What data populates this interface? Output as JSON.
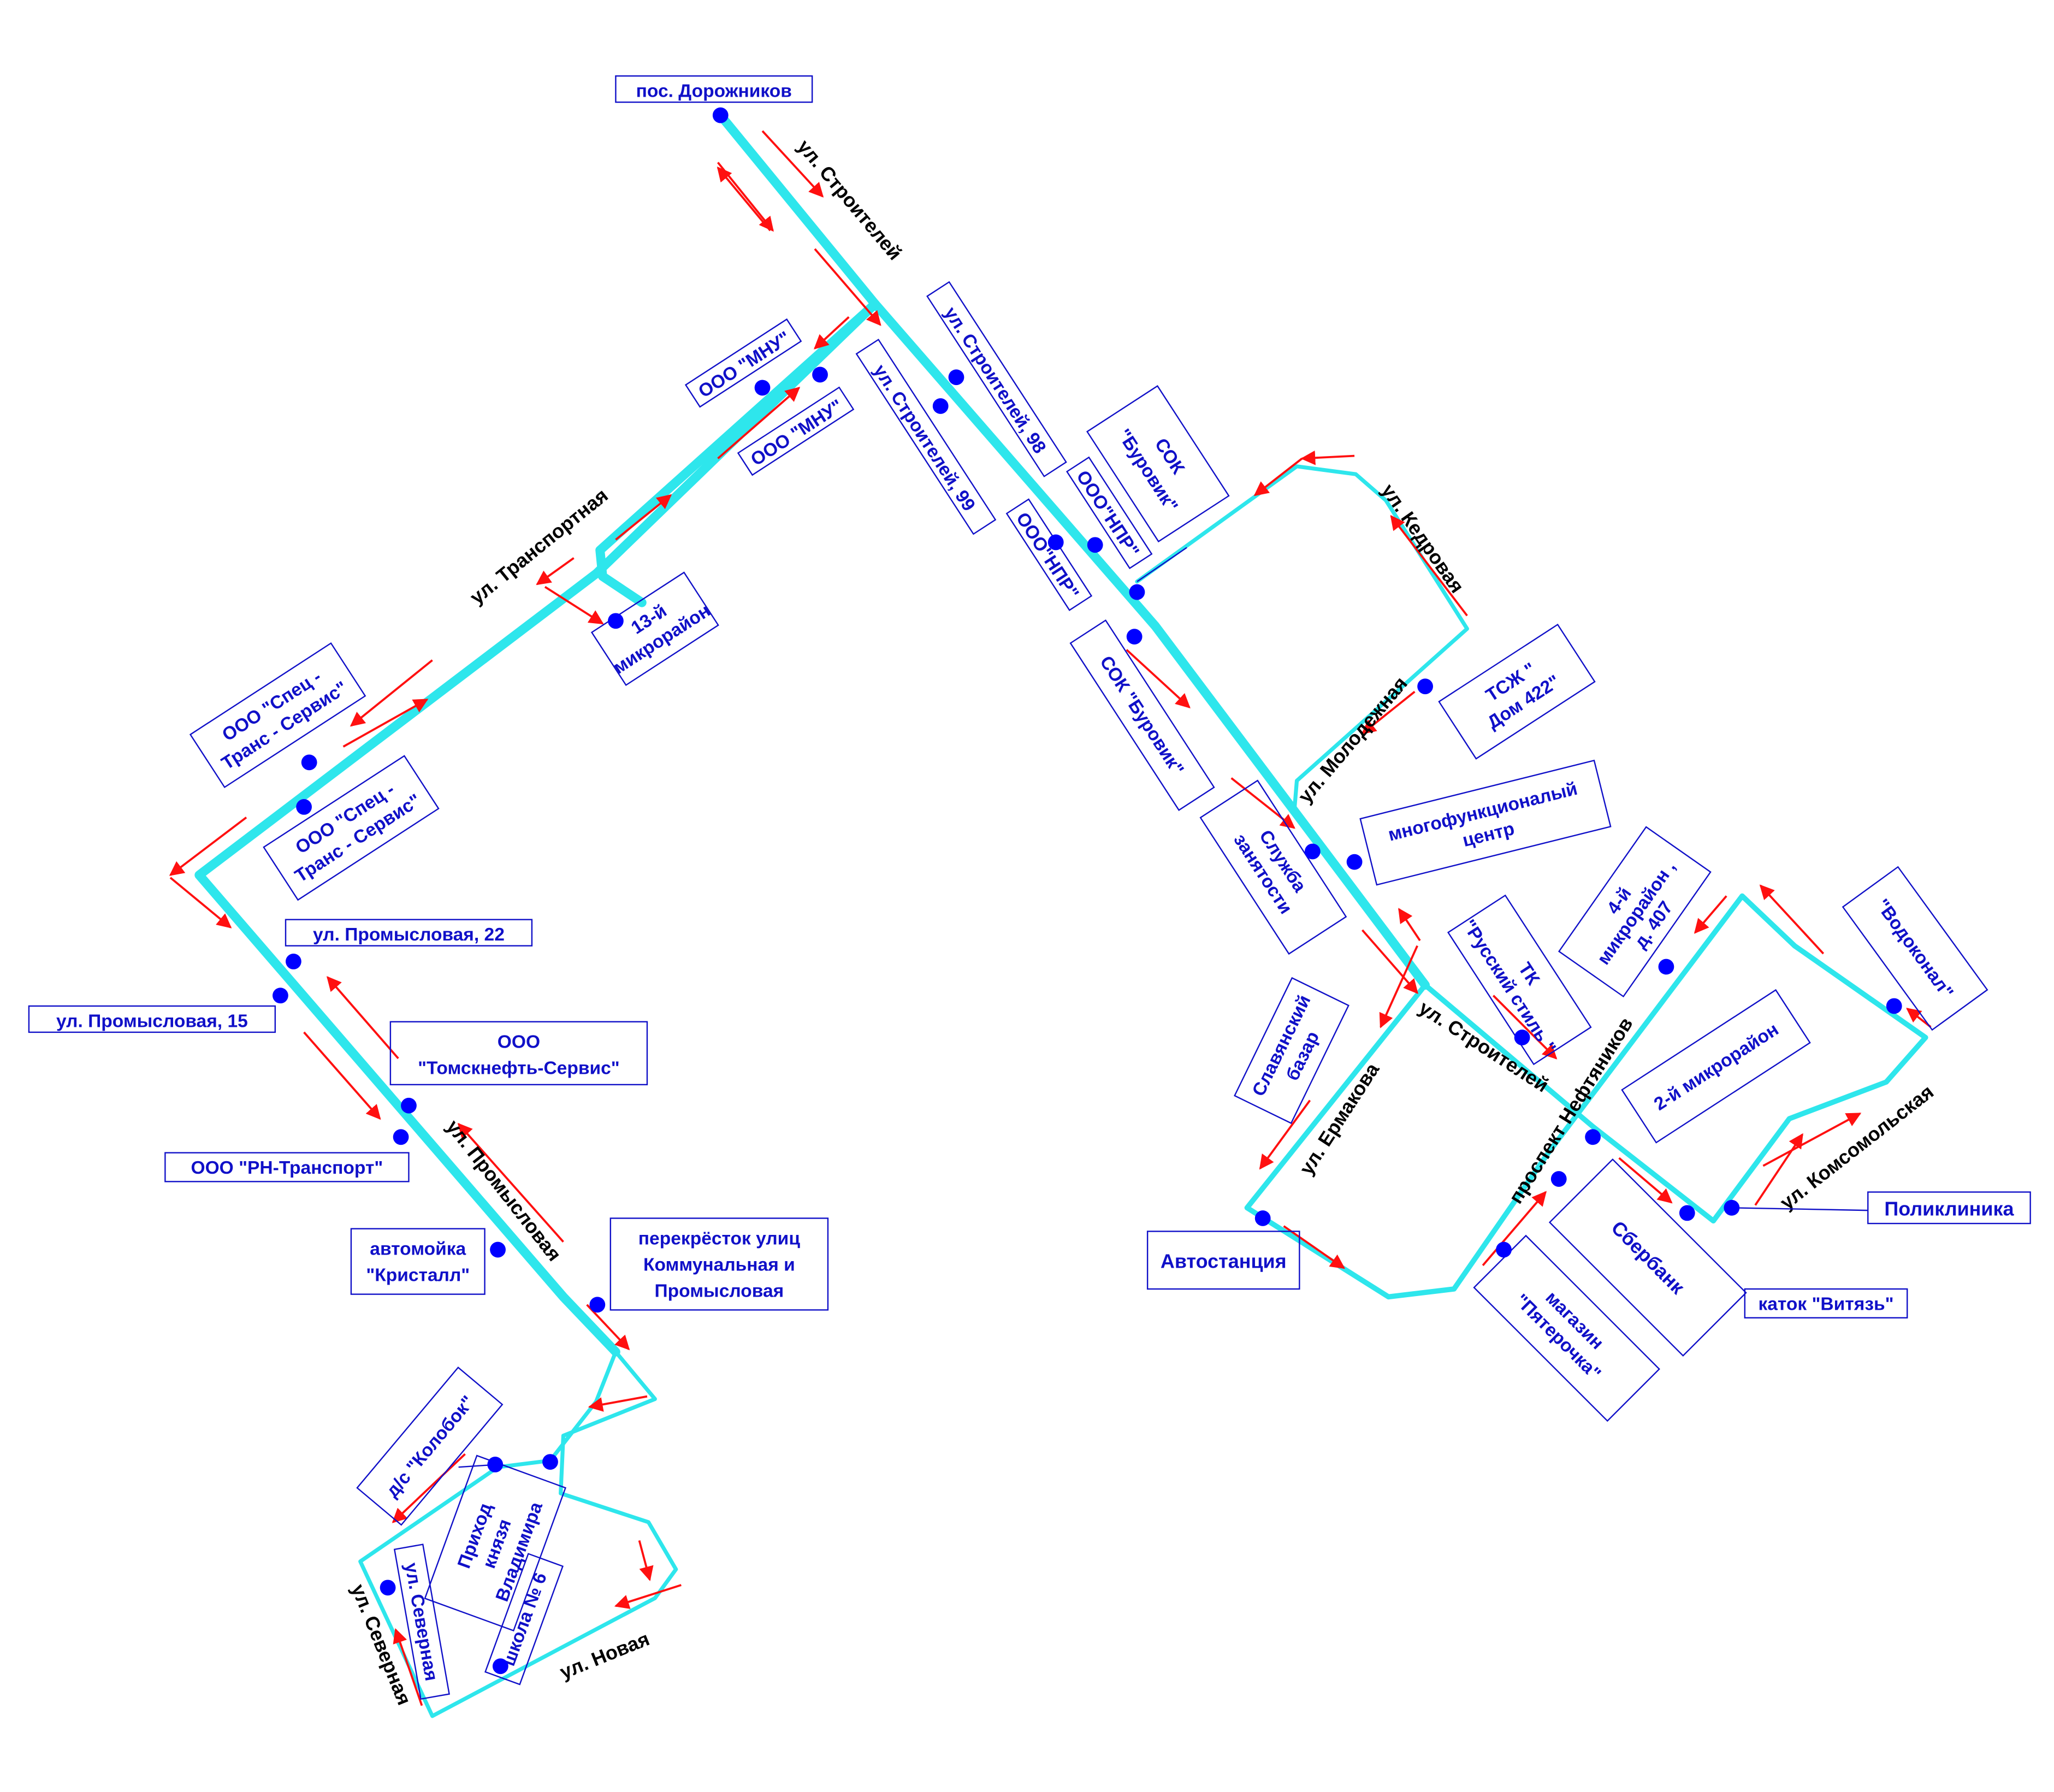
{
  "colors": {
    "route": "#2ee6ec",
    "arrow": "#ff1010",
    "stop_dot": "#0000ff",
    "label_text": "#1010c8",
    "label_border": "#1010c8",
    "street_text": "#000000",
    "background": "#ffffff"
  },
  "streets": [
    {
      "id": "stroiteley-north",
      "text": "ул. Строителей"
    },
    {
      "id": "transportnaya",
      "text": "ул. Транспортная"
    },
    {
      "id": "promyslovaya",
      "text": "ул. Промысловая"
    },
    {
      "id": "kedrovaya",
      "text": "ул. Кедровая"
    },
    {
      "id": "molodezhnaya",
      "text": "ул. Молодежная"
    },
    {
      "id": "stroiteley-south",
      "text": "ул. Строителей"
    },
    {
      "id": "ermakova",
      "text": "ул. Ермакова"
    },
    {
      "id": "neftyanikov",
      "text": "проспект Нефтяников"
    },
    {
      "id": "komsomolskaya",
      "text": "ул. Комсомольская"
    },
    {
      "id": "severnaya",
      "text": "ул. Северная"
    },
    {
      "id": "novaya",
      "text": "ул. Новая"
    }
  ],
  "stops": [
    {
      "id": "dorozhnikov",
      "lines": [
        "пос. Дорожников"
      ]
    },
    {
      "id": "mnu-1",
      "lines": [
        "ООО \"МНУ\""
      ]
    },
    {
      "id": "mnu-2",
      "lines": [
        "ООО \"МНУ\""
      ]
    },
    {
      "id": "stroiteley-98",
      "lines": [
        "ул. Строителей, 98"
      ]
    },
    {
      "id": "stroiteley-99",
      "lines": [
        "ул. Строителей, 99"
      ]
    },
    {
      "id": "npr-1",
      "lines": [
        "ООО\"НПР\""
      ]
    },
    {
      "id": "npr-2",
      "lines": [
        "ООО\"НПР\""
      ]
    },
    {
      "id": "sok-1",
      "lines": [
        "СОК",
        "\"Буровик\""
      ]
    },
    {
      "id": "sok-2",
      "lines": [
        "СОК \"Буровик\""
      ]
    },
    {
      "id": "mkr-13",
      "lines": [
        "13-й",
        "микрорайон"
      ]
    },
    {
      "id": "spec-1",
      "lines": [
        "ООО \"Спец -",
        "Транс - Сервис\""
      ]
    },
    {
      "id": "spec-2",
      "lines": [
        "ООО \"Спец -",
        "Транс - Сервис\""
      ]
    },
    {
      "id": "prom-22",
      "lines": [
        "ул. Промысловая, 22"
      ]
    },
    {
      "id": "prom-15",
      "lines": [
        "ул. Промысловая, 15"
      ]
    },
    {
      "id": "tomskneft",
      "lines": [
        "ООО",
        "\"Томскнефть-Сервис\""
      ]
    },
    {
      "id": "rn-transport",
      "lines": [
        "ООО \"РН-Транспорт\""
      ]
    },
    {
      "id": "kristall",
      "lines": [
        "автомойка",
        "\"Кристалл\""
      ]
    },
    {
      "id": "kommunalnaya",
      "lines": [
        "перекрёсток улиц",
        "Коммунальная и",
        "Промысловая"
      ]
    },
    {
      "id": "kolobok",
      "lines": [
        "д/с \"Колобок\""
      ]
    },
    {
      "id": "prihod",
      "lines": [
        "Приход",
        "князя",
        "Владимира"
      ]
    },
    {
      "id": "severnaya-stop",
      "lines": [
        "ул. Северная"
      ]
    },
    {
      "id": "school6",
      "lines": [
        "школа № 6"
      ]
    },
    {
      "id": "tszh",
      "lines": [
        "ТСЖ \"",
        "Дом 422\""
      ]
    },
    {
      "id": "mfc",
      "lines": [
        "многофункционалый",
        "центр"
      ]
    },
    {
      "id": "zanyatost",
      "lines": [
        "Служба",
        "занятости"
      ]
    },
    {
      "id": "russkiy",
      "lines": [
        "ТК",
        "\"Русский стиль \""
      ]
    },
    {
      "id": "mkr4",
      "lines": [
        "4-й",
        "микрорайон ,",
        "д. 407"
      ]
    },
    {
      "id": "vodokanal",
      "lines": [
        "\"Водоконал\""
      ]
    },
    {
      "id": "slavyanskiy",
      "lines": [
        "Славянский",
        "базар"
      ]
    },
    {
      "id": "mkr2",
      "lines": [
        "2-й микрорайон"
      ]
    },
    {
      "id": "avtostanciya",
      "lines": [
        "Автостанция"
      ]
    },
    {
      "id": "sberbank",
      "lines": [
        "Сбербанк"
      ]
    },
    {
      "id": "pyaterochka",
      "lines": [
        "магазин",
        "\"Пятерочка\""
      ]
    },
    {
      "id": "poliklinika",
      "lines": [
        "Поликлиника"
      ]
    },
    {
      "id": "vityaz",
      "lines": [
        "каток \"Витязь\""
      ]
    }
  ]
}
